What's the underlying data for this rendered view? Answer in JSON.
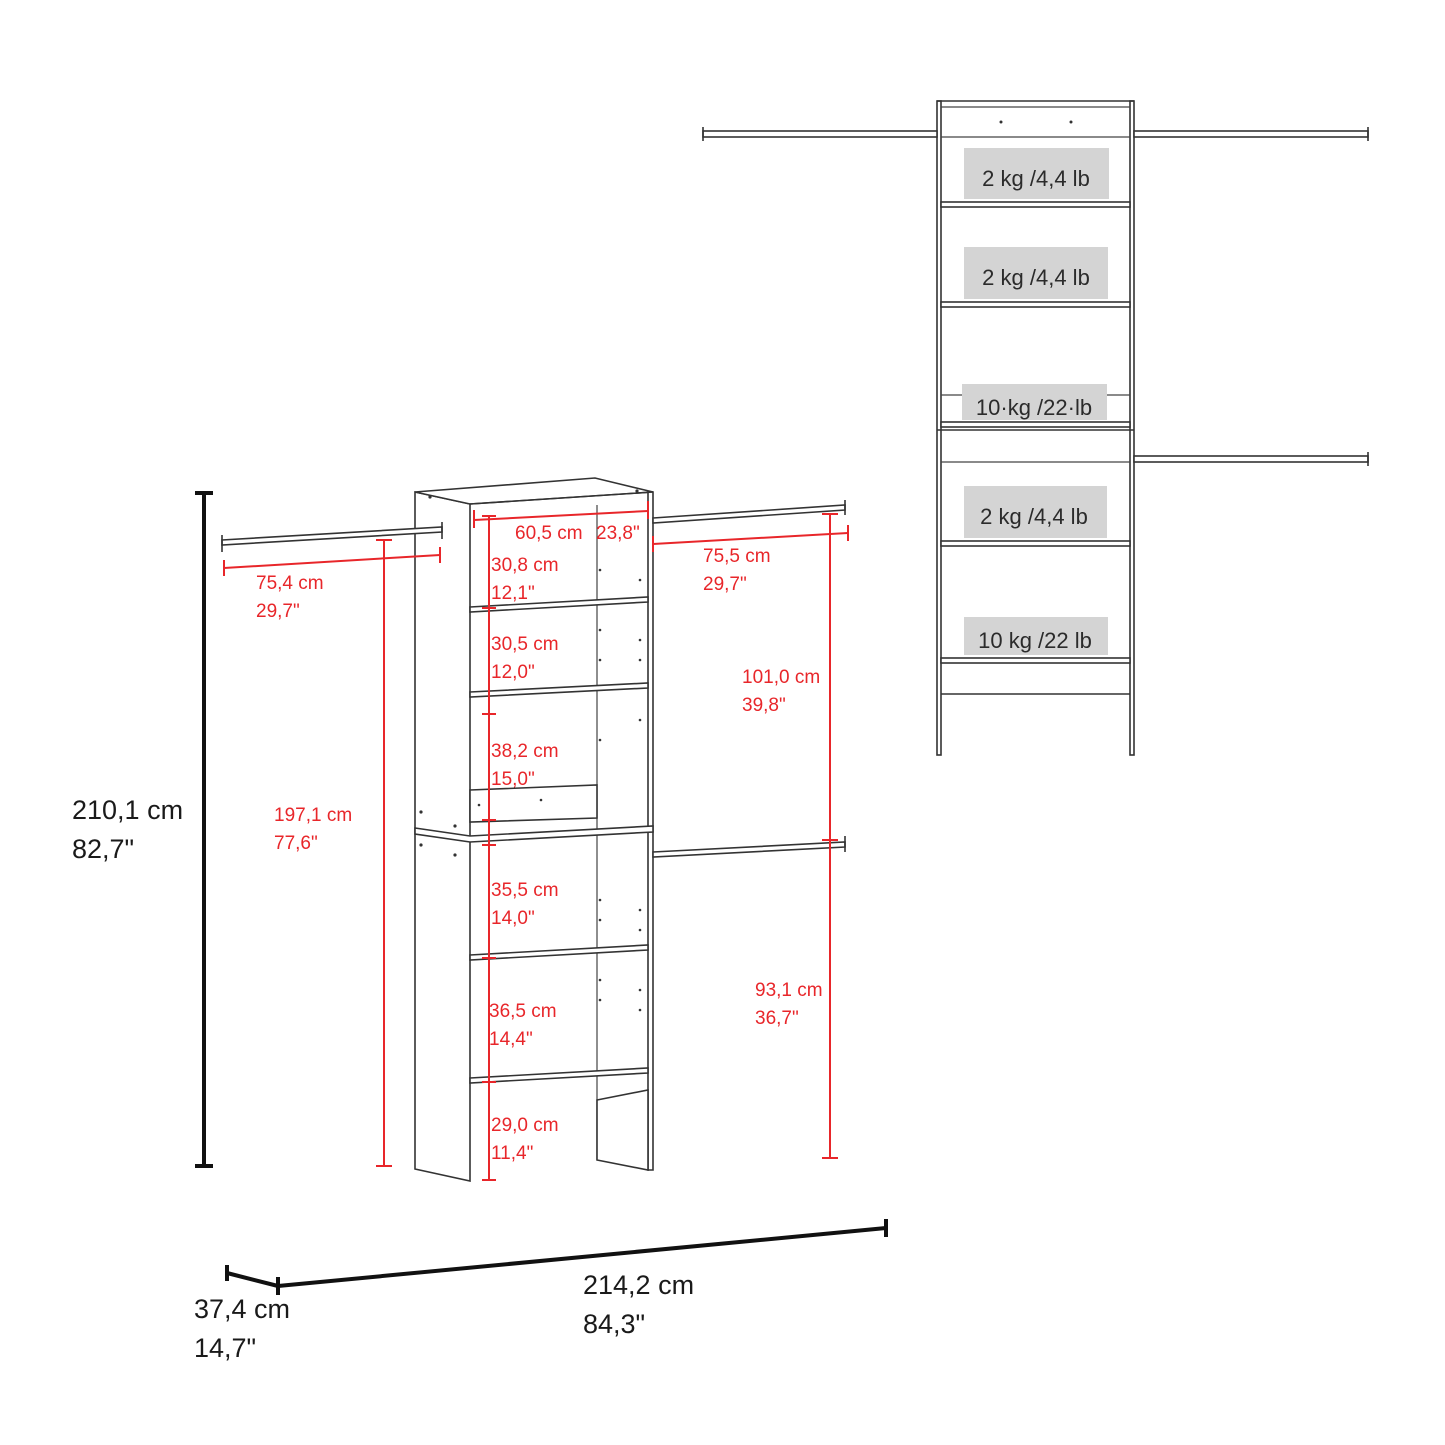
{
  "overall": {
    "height_cm": "210,1 cm",
    "height_in": "82,7\"",
    "depth_cm": "37,4 cm",
    "depth_in": "14,7\"",
    "width_cm": "214,2 cm",
    "width_in": "84,3\""
  },
  "left_rod": {
    "width_cm": "75,4 cm",
    "width_in": "29,7\"",
    "height_cm": "197,1 cm",
    "height_in": "77,6\""
  },
  "tower": {
    "width_cm": "60,5 cm",
    "width_in": "23,8\"",
    "compartments": [
      {
        "cm": "30,8 cm",
        "in": "12,1\""
      },
      {
        "cm": "30,5 cm",
        "in": "12,0\""
      },
      {
        "cm": "38,2 cm",
        "in": "15,0\""
      },
      {
        "cm": "35,5 cm",
        "in": "14,0\""
      },
      {
        "cm": "36,5 cm",
        "in": "14,4\""
      },
      {
        "cm": "29,0 cm",
        "in": "11,4\""
      }
    ]
  },
  "right_rods": {
    "width_cm": "75,5 cm",
    "width_in": "29,7\"",
    "upper_cm": "101,0 cm",
    "upper_in": "39,8\"",
    "lower_cm": "93,1 cm",
    "lower_in": "36,7\""
  },
  "weight_capacities": [
    "2 kg /4,4 lb",
    "2 kg /4,4 lb",
    "10·kg /22·lb",
    "2 kg /4,4 lb",
    "10 kg /22 lb"
  ]
}
